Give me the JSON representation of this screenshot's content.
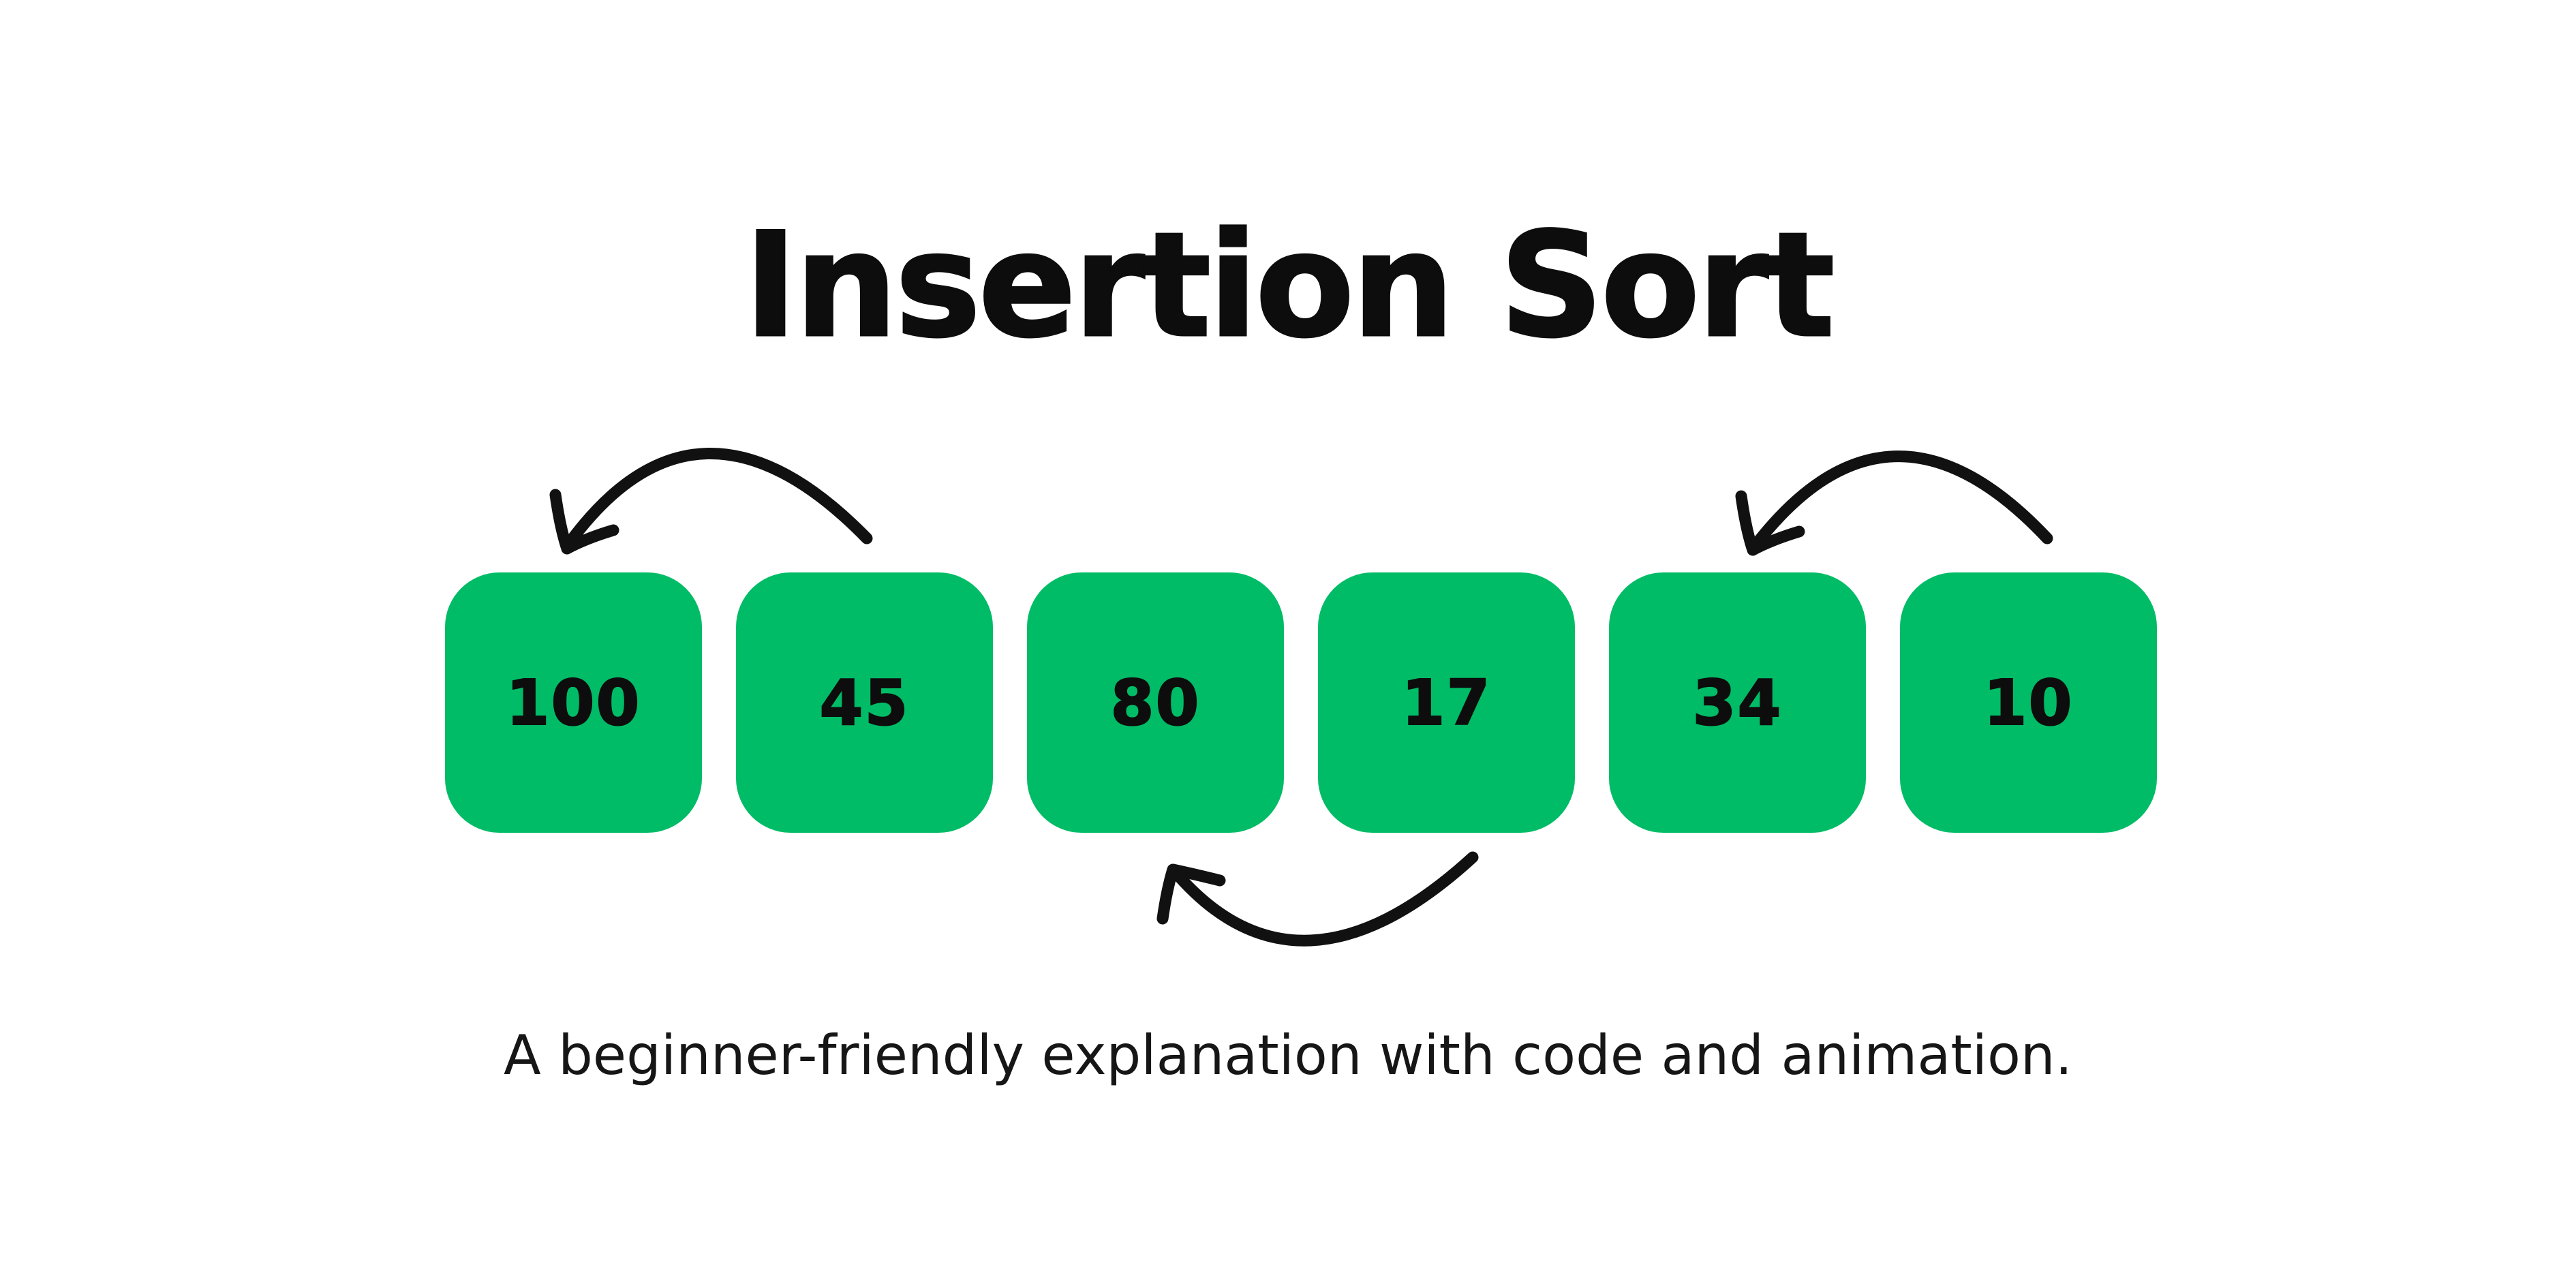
{
  "title": "Insertion Sort",
  "subtitle": "A beginner-friendly explanation with code and animation.",
  "array": {
    "values": [
      "100",
      "45",
      "80",
      "17",
      "34",
      "10"
    ]
  },
  "arrows": [
    {
      "label": "swap arrow from 45 to 100, arcing above the boxes"
    },
    {
      "label": "swap arrow from 10 to 34, arcing above the boxes"
    },
    {
      "label": "swap arrow from 17 to 80, arcing below the boxes"
    }
  ],
  "colors": {
    "background": "#FFFFFF",
    "box_green": "#00BC66",
    "ink": "#0D0D0D",
    "arrow": "#111111"
  }
}
